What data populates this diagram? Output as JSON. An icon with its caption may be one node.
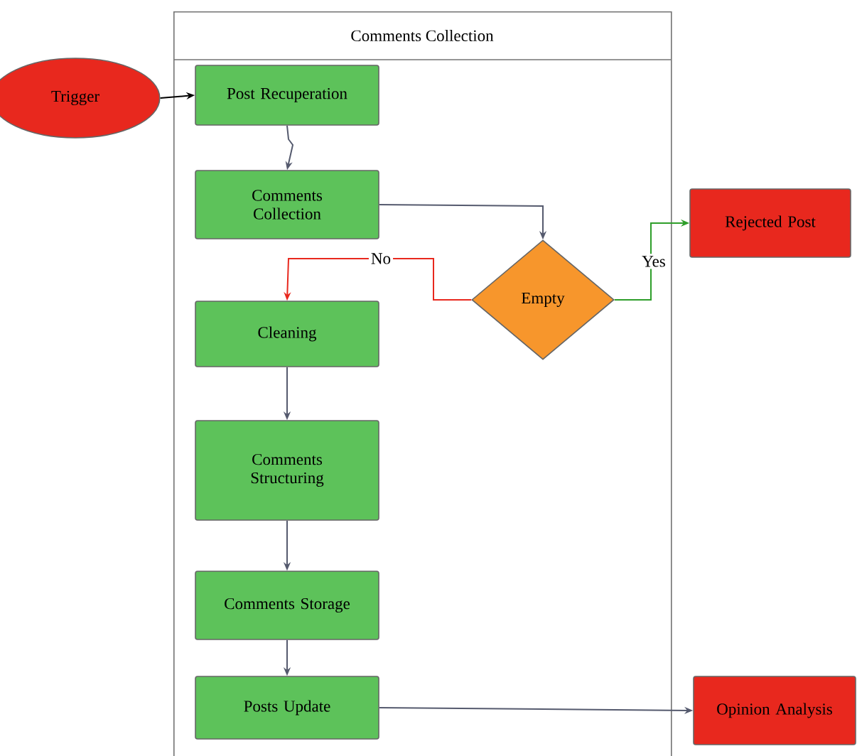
{
  "diagram": {
    "nodes": [
      {
        "text": [
          "Comments Collection"
        ]
      },
      {
        "text": [
          "Trigger"
        ]
      },
      {
        "text": [
          "Post Recuperation"
        ],
        "in": 0
      },
      {
        "text": [
          "Comments Collection"
        ],
        "in": 0
      },
      {
        "text": [
          "Empty"
        ],
        "in": 0
      },
      {
        "text": [
          "Rejected Post"
        ]
      },
      {
        "text": [
          "Cleaning"
        ],
        "in": 0
      },
      {
        "text": [
          "Comments Structuring"
        ],
        "in": 0
      },
      {
        "text": [
          "Comments Storage"
        ],
        "in": 0
      },
      {
        "text": [
          "Posts Update"
        ],
        "in": 0
      },
      {
        "text": [
          "Opinion Analysis"
        ]
      }
    ],
    "edges": [
      {
        "from": 1,
        "to": 2,
        "arrow": "to",
        "color": "#000000"
      },
      {
        "from": 2,
        "to": 3,
        "arrow": "to"
      },
      {
        "from": 3,
        "to": 4,
        "arrow": "to"
      },
      {
        "from": 4,
        "to": 6,
        "arrow": "to",
        "label": "No",
        "color": "#e8281e"
      },
      {
        "from": 4,
        "to": 5,
        "arrow": "to",
        "label": "Yes",
        "color": "#2e9e2a"
      },
      {
        "from": 6,
        "to": 7,
        "arrow": "to"
      },
      {
        "from": 7,
        "to": 8,
        "arrow": "to"
      },
      {
        "from": 8,
        "to": 9,
        "arrow": "to"
      },
      {
        "from": 9,
        "to": 10,
        "arrow": "to"
      }
    ]
  }
}
